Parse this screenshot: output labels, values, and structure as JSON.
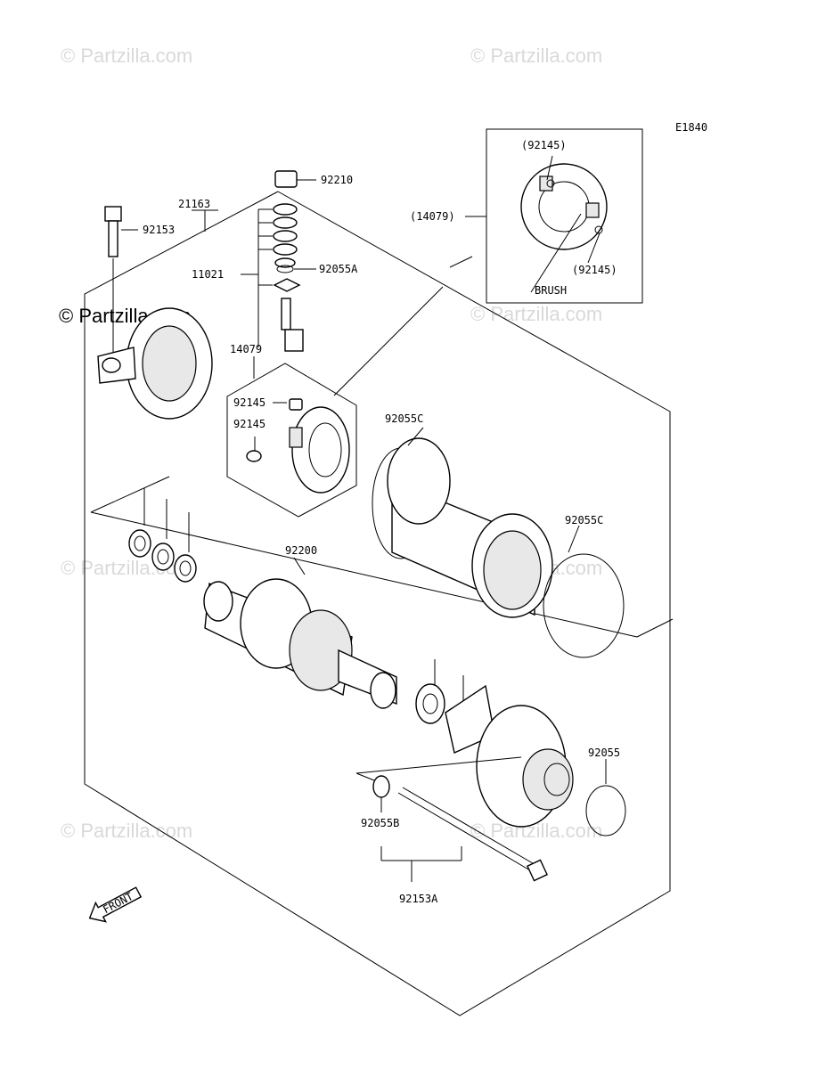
{
  "diagram_code": "E1840",
  "watermarks": {
    "light": "© Partzilla.com",
    "dark": "© Partzilla.com"
  },
  "front_arrow_text": "FRONT",
  "inset": {
    "labels": [
      "(92145)",
      "(14079)",
      "(92145)",
      "BRUSH"
    ]
  },
  "parts": {
    "p92210": "92210",
    "p21163": "21163",
    "p92153": "92153",
    "p11021": "11021",
    "p92055A": "92055A",
    "p14079": "14079",
    "p92145a": "92145",
    "p92145b": "92145",
    "p92055C_top": "92055C",
    "p92055C_right": "92055C",
    "p92200": "92200",
    "p92055": "92055",
    "p92055B": "92055B",
    "p92153A": "92153A"
  }
}
